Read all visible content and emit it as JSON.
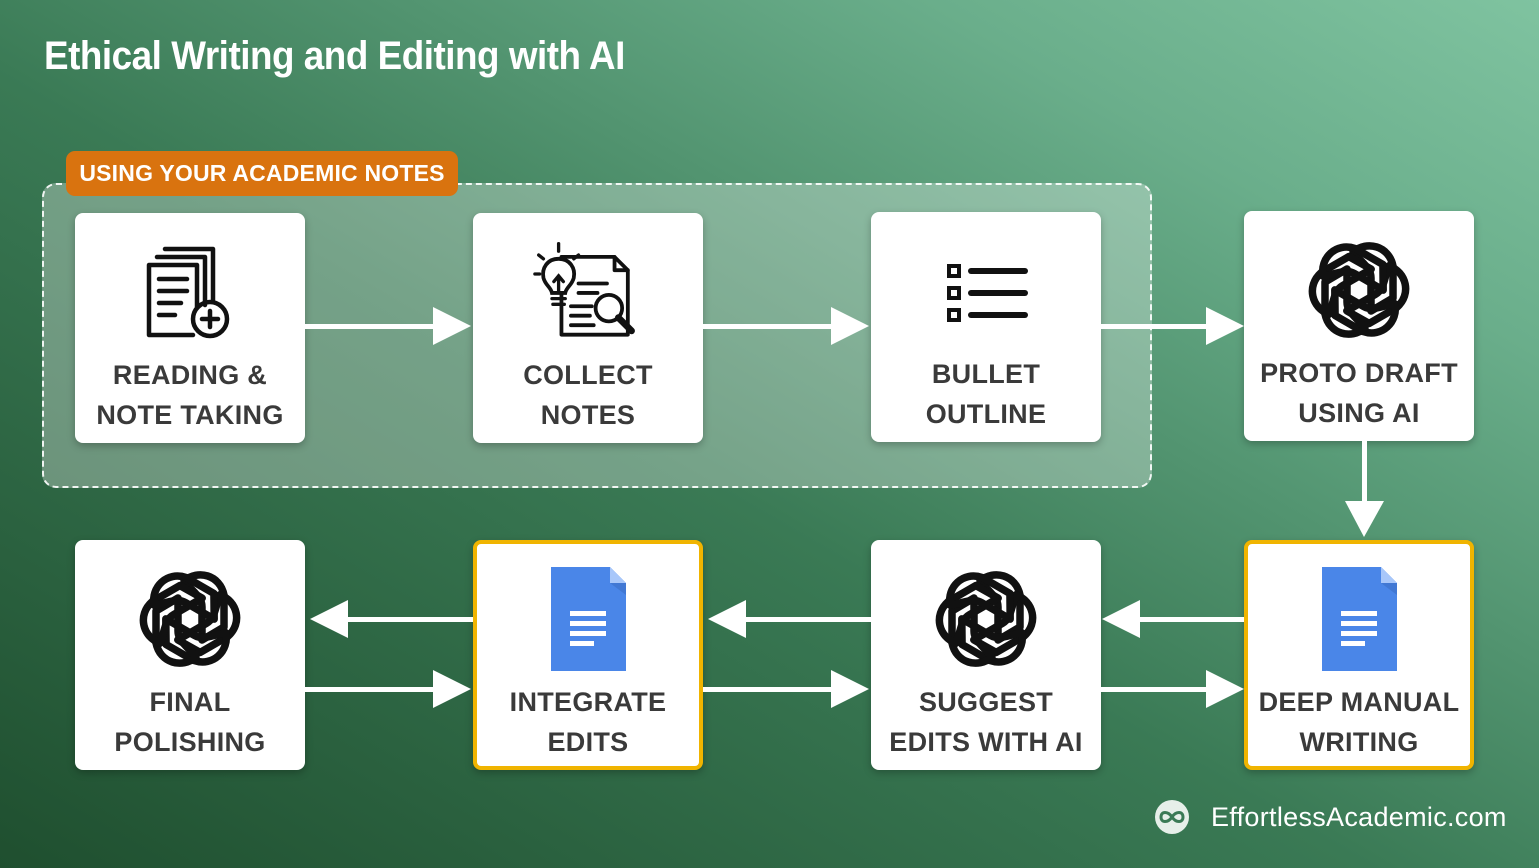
{
  "title": "Ethical Writing and Editing with AI",
  "group_label": "USING YOUR ACADEMIC NOTES",
  "steps": [
    {
      "line1": "READING &",
      "line2": "NOTE TAKING",
      "icon": "document-add-icon"
    },
    {
      "line1": "COLLECT",
      "line2": "NOTES",
      "icon": "lightbulb-document-search-icon"
    },
    {
      "line1": "BULLET",
      "line2": "OUTLINE",
      "icon": "bullet-list-icon"
    },
    {
      "line1": "PROTO DRAFT",
      "line2": "USING AI",
      "icon": "openai-logo-icon"
    },
    {
      "line1": "DEEP MANUAL",
      "line2": "WRITING",
      "icon": "google-docs-icon"
    },
    {
      "line1": "SUGGEST",
      "line2": "EDITS WITH AI",
      "icon": "openai-logo-icon"
    },
    {
      "line1": "INTEGRATE",
      "line2": "EDITS",
      "icon": "google-docs-icon"
    },
    {
      "line1": "FINAL",
      "line2": "POLISHING",
      "icon": "openai-logo-icon"
    }
  ],
  "highlight_color": "#f0b400",
  "group_label_color": "#d9730f",
  "footer": {
    "text": "EffortlessAcademic.com",
    "icon": "infinity-logo-icon"
  }
}
